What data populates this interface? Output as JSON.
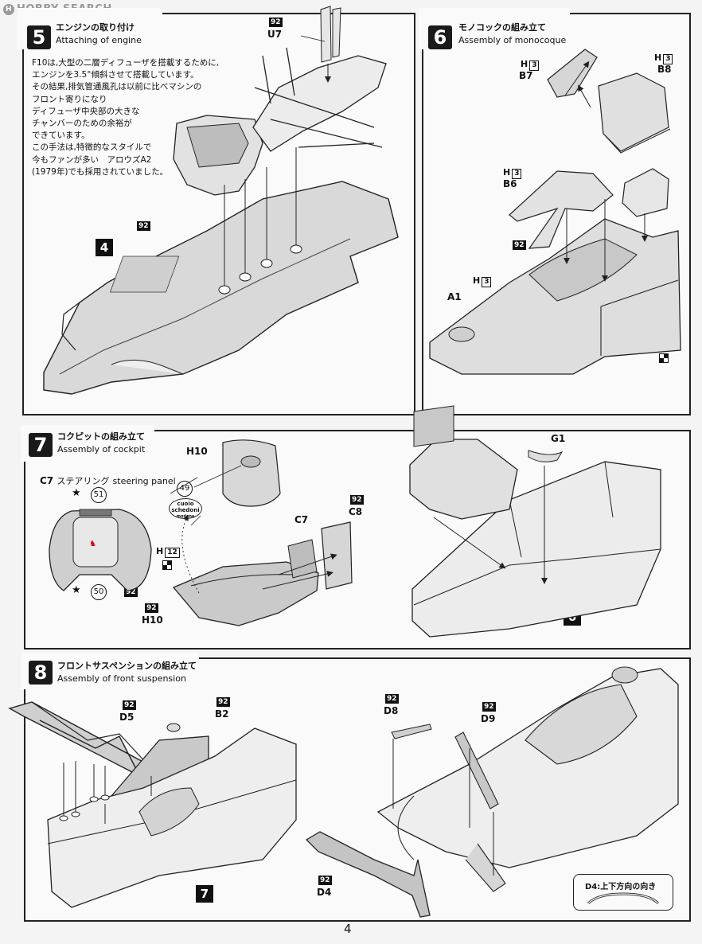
{
  "watermark": "HOBBY SEARCH",
  "page_number": "4",
  "steps": [
    {
      "num": "5",
      "title_jp": "エンジンの取り付け",
      "title_en": "Attaching of engine",
      "note_lines": [
        "F10は,大型の二層ディフューザを搭載するために,",
        "エンジンを3.5°傾斜させて搭載しています。",
        "その結果,排気管通風孔は以前に比べマシンの",
        "フロント寄りになり",
        "ディフューザ中央部の大きな",
        "チャンバーのための余裕が",
        "できています。",
        "この手法は,特徴的なスタイルで",
        "今もファンが多い　アロウズA2",
        "(1979年)でも採用されていました。"
      ],
      "part_u7": "U7",
      "color_code": "92",
      "ref_step": "4"
    },
    {
      "num": "6",
      "title_jp": "モノコックの組み立て",
      "title_en": "Assembly of monocoque",
      "parts": {
        "b7": "B7",
        "b8": "B8",
        "b6": "B6",
        "a1": "A1"
      },
      "h_label": "H",
      "h_num": "3",
      "color_code": "92"
    },
    {
      "num": "7",
      "title_jp": "コクピットの組み立て",
      "title_en": "Assembly of cockpit",
      "steering_label": "C7",
      "steering_jp": "ステアリング",
      "steering_en": "steering panel",
      "parts": {
        "h10": "H10",
        "c7": "C7",
        "c8": "C8",
        "g1": "G1"
      },
      "decals": {
        "d49": "49",
        "d51": "51",
        "d50": "50"
      },
      "h_label": "H",
      "h_num": "12",
      "badge_lines": [
        "cuoio",
        "schedoni",
        "modena"
      ],
      "color_code": "92",
      "ref_step": "6"
    },
    {
      "num": "8",
      "title_jp": "フロントサスペンションの組み立て",
      "title_en": "Assembly of front suspension",
      "parts": {
        "d5": "D5",
        "b2": "B2",
        "d8": "D8",
        "d9": "D9",
        "d4": "D4"
      },
      "color_code": "92",
      "ref_step": "7",
      "d4_note": "D4:上下方向の向き"
    }
  ]
}
